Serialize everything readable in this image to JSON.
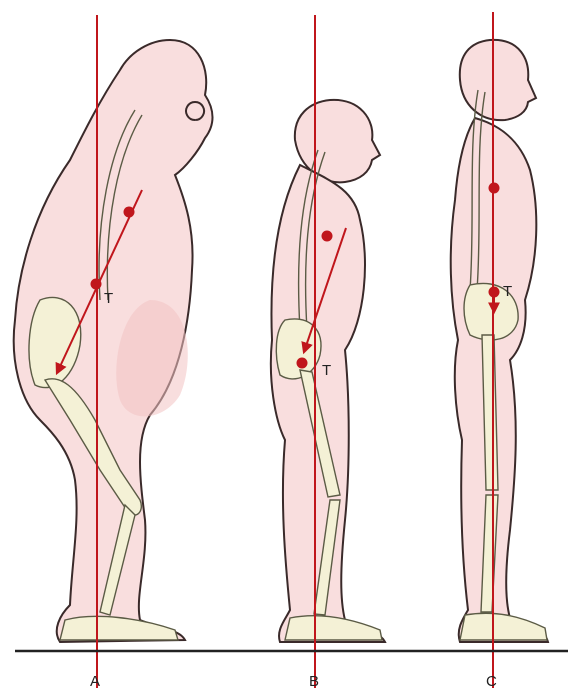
{
  "figure": {
    "panels": [
      {
        "id": "A",
        "label": "A",
        "marker": "T"
      },
      {
        "id": "B",
        "label": "B",
        "marker": "T"
      },
      {
        "id": "C",
        "label": "C",
        "marker": "T"
      }
    ]
  },
  "colors": {
    "gravity_line": "#c0161c",
    "skin": "#f9dede",
    "bone": "#f4f1d6",
    "ground": "#222222"
  }
}
